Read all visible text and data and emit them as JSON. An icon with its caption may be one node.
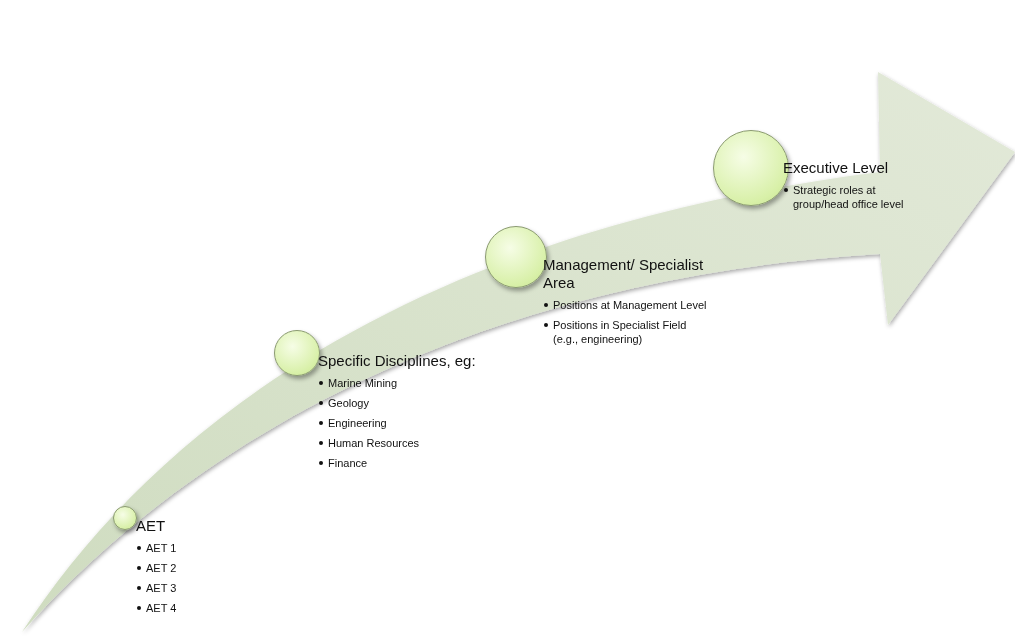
{
  "diagram": {
    "nodes": [
      {
        "text": [
          "AET",
          "AET 1",
          "AET 2",
          "AET 3",
          "AET 4"
        ]
      },
      {
        "text": [
          "Specific Disciplines, eg:",
          "Marine Mining",
          "Geology",
          "Engineering",
          "Human Resources",
          "Finance"
        ]
      },
      {
        "text": [
          "Management/ Specialist Area",
          "Positions at Management Level",
          "Positions in Specialist Field (e.g., engineering)"
        ]
      },
      {
        "text": [
          "Executive Level",
          "Strategic roles at group/head office level"
        ]
      }
    ],
    "edges": []
  }
}
